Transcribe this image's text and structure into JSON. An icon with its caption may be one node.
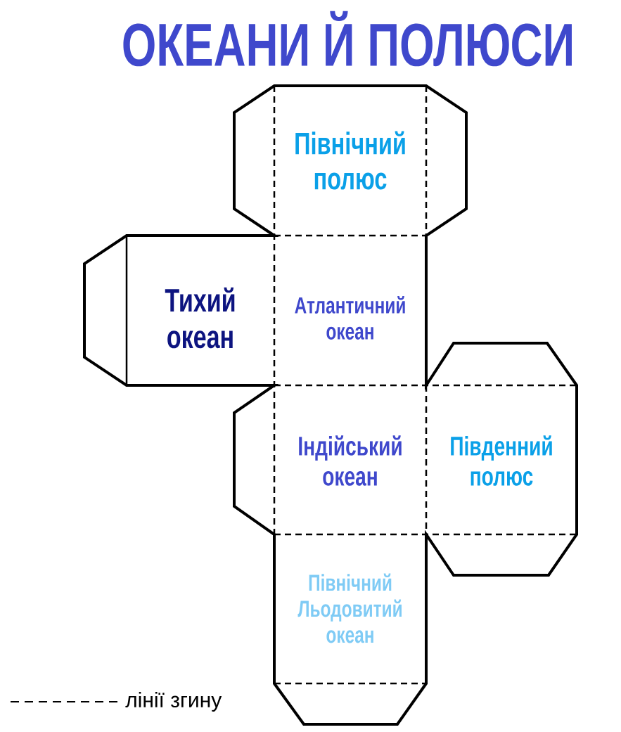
{
  "diagram": {
    "title": "ОКЕАНИ Й ПОЛЮСИ",
    "nodes": [
      {
        "text": [
          "Північний полюс"
        ]
      },
      {
        "text": [
          "Тихий океан"
        ]
      },
      {
        "text": [
          "Атлантичний океан"
        ]
      },
      {
        "text": [
          "Індійський океан"
        ]
      },
      {
        "text": [
          "Південний полюс"
        ]
      },
      {
        "text": [
          "Північний Льодовитий океан"
        ]
      }
    ],
    "legend": [
      {
        "text": "лінії згину"
      }
    ]
  }
}
